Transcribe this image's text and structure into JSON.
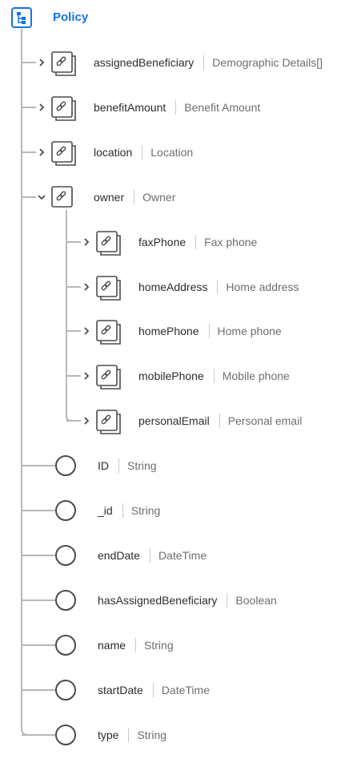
{
  "root": {
    "label": "Policy",
    "icon": "schema-tree-icon",
    "accent": "#1473e6"
  },
  "items": [
    {
      "name": "assignedBeneficiary",
      "type": "Demographic Details[]",
      "kind": "object",
      "expanded": false
    },
    {
      "name": "benefitAmount",
      "type": "Benefit Amount",
      "kind": "object",
      "expanded": false
    },
    {
      "name": "location",
      "type": "Location",
      "kind": "object",
      "expanded": false
    },
    {
      "name": "owner",
      "type": "Owner",
      "kind": "object",
      "expanded": true,
      "children": [
        {
          "name": "faxPhone",
          "type": "Fax phone",
          "kind": "object",
          "expanded": false
        },
        {
          "name": "homeAddress",
          "type": "Home address",
          "kind": "object",
          "expanded": false
        },
        {
          "name": "homePhone",
          "type": "Home phone",
          "kind": "object",
          "expanded": false
        },
        {
          "name": "mobilePhone",
          "type": "Mobile phone",
          "kind": "object",
          "expanded": false
        },
        {
          "name": "personalEmail",
          "type": "Personal email",
          "kind": "object",
          "expanded": false
        }
      ]
    },
    {
      "name": "ID",
      "type": "String",
      "kind": "field"
    },
    {
      "name": "_id",
      "type": "String",
      "kind": "field"
    },
    {
      "name": "endDate",
      "type": "DateTime",
      "kind": "field"
    },
    {
      "name": "hasAssignedBeneficiary",
      "type": "Boolean",
      "kind": "field"
    },
    {
      "name": "name",
      "type": "String",
      "kind": "field"
    },
    {
      "name": "startDate",
      "type": "DateTime",
      "kind": "field"
    },
    {
      "name": "type",
      "type": "String",
      "kind": "field"
    }
  ]
}
